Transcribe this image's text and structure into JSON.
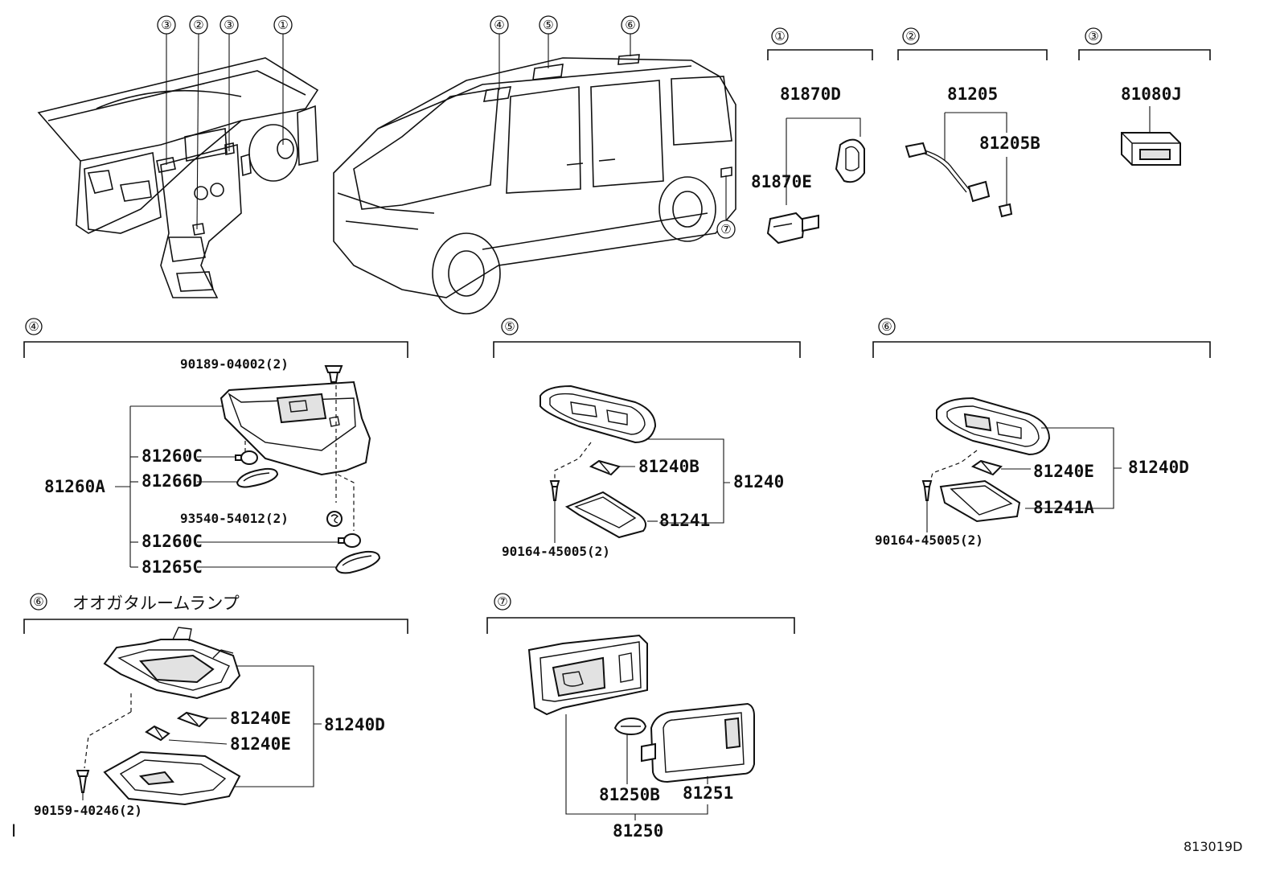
{
  "callouts": [
    "①",
    "②",
    "③",
    "④",
    "⑤",
    "⑥",
    "⑦"
  ],
  "labels": {
    "p81870D": "81870D",
    "p81870E": "81870E",
    "p81205": "81205",
    "p81205B": "81205B",
    "p81080J": "81080J",
    "p90189": "90189-04002(2)",
    "p81260A": "81260A",
    "p81260C_a": "81260C",
    "p81266D": "81266D",
    "p93540": "93540-54012(2)",
    "p81260C_b": "81260C",
    "p81265C": "81265C",
    "p81240B": "81240B",
    "p81240": "81240",
    "p81241": "81241",
    "p90164_a": "90164-45005(2)",
    "p81240E_a": "81240E",
    "p81240D_a": "81240D",
    "p81241A": "81241A",
    "p90164_b": "90164-45005(2)",
    "section6_title": "オオガタルームランプ",
    "p81240E_b": "81240E",
    "p81240E_c": "81240E",
    "p81240D_b": "81240D",
    "p90159": "90159-40246(2)",
    "p81250B": "81250B",
    "p81251": "81251",
    "p81250": "81250",
    "cursor_mark": "I",
    "figure_code": "813019D"
  }
}
